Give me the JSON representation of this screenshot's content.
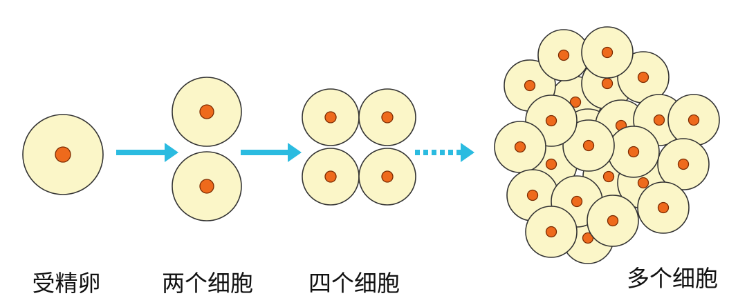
{
  "stages": [
    {
      "id": "fertilized-egg",
      "label": "受精卵",
      "cell_count": 1
    },
    {
      "id": "two-cells",
      "label": "两个细胞",
      "cell_count": 2
    },
    {
      "id": "four-cells",
      "label": "四个细胞",
      "cell_count": 4
    },
    {
      "id": "many-cells",
      "label": "多个细胞",
      "cell_count": "many"
    }
  ],
  "arrows": [
    {
      "from": "fertilized-egg",
      "to": "two-cells",
      "style": "solid"
    },
    {
      "from": "two-cells",
      "to": "four-cells",
      "style": "solid"
    },
    {
      "from": "four-cells",
      "to": "many-cells",
      "style": "dotted"
    }
  ],
  "colors": {
    "cell_fill": "#fbf6c8",
    "cell_outline": "#333333",
    "nucleus_fill": "#ee6a1c",
    "arrow": "#2bbbe0",
    "label_text": "#111111"
  }
}
